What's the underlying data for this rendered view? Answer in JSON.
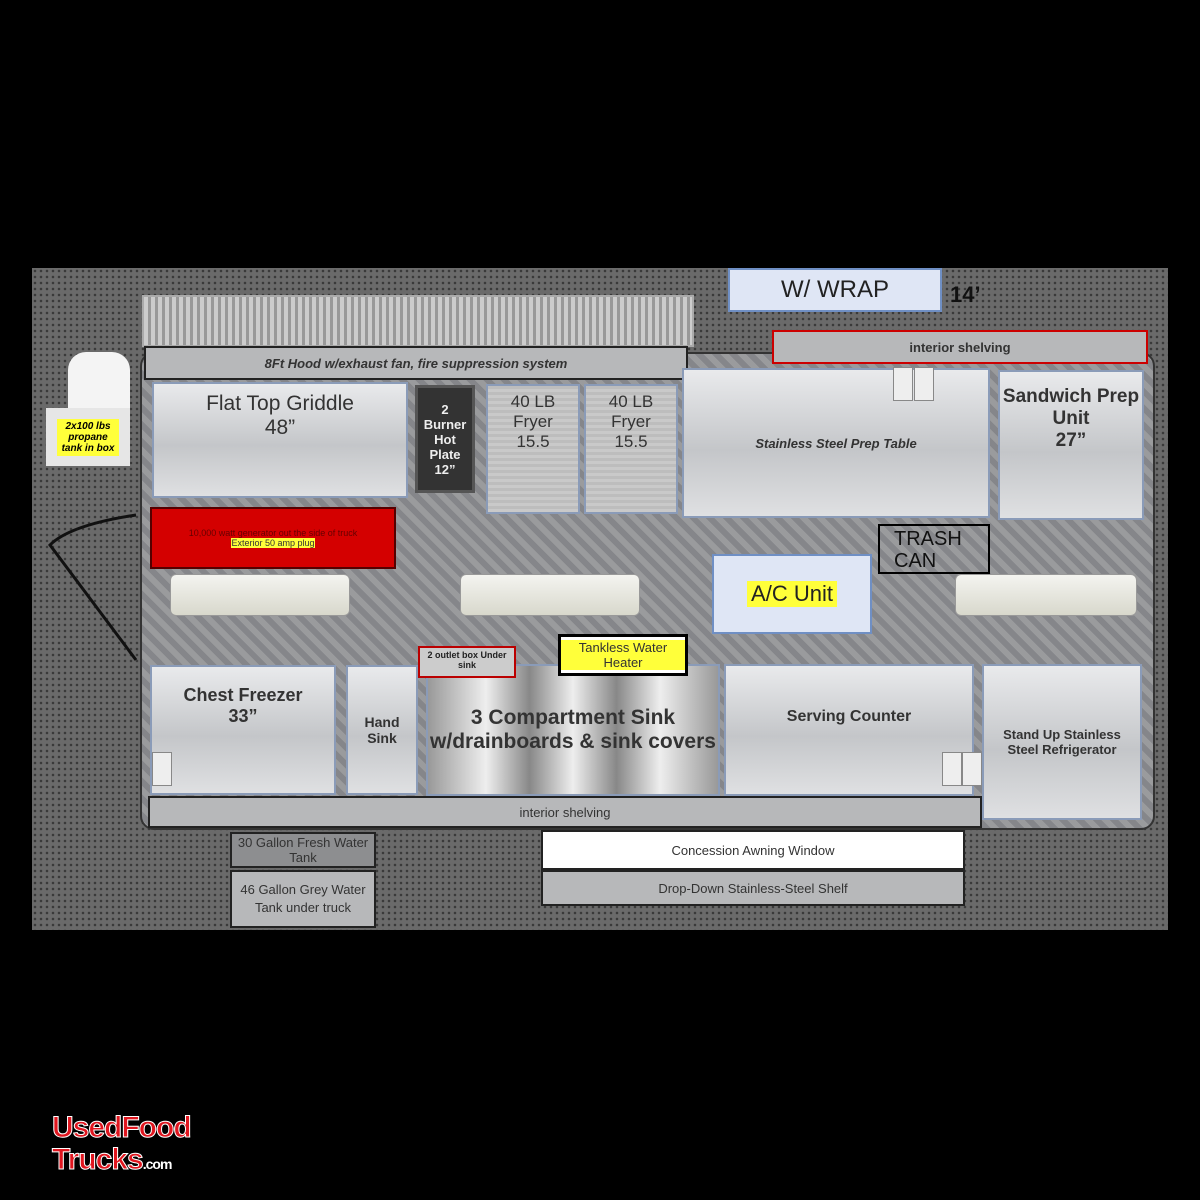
{
  "header": {
    "wrap_label": "W/ WRAP",
    "length_label": "14’"
  },
  "hood": "8Ft Hood w/exhaust fan, fire suppression system",
  "interior_shelving_top": "interior shelving",
  "interior_shelving_bottom": "interior shelving",
  "propane": "2x100 lbs propane tank in box",
  "griddle": {
    "name": "Flat Top Griddle",
    "size": "48”"
  },
  "hot_plate": "2 Burner Hot Plate 12”",
  "fryers": [
    {
      "l1": "40 LB",
      "l2": "Fryer",
      "l3": "15.5"
    },
    {
      "l1": "40 LB",
      "l2": "Fryer",
      "l3": "15.5"
    }
  ],
  "prep_table": "Stainless Steel Prep Table",
  "sandwich": {
    "name": "Sandwich Prep Unit",
    "size": "27”"
  },
  "generator": {
    "text": "10,000 watt generator out the side of truck",
    "plug": "Exterior 50 amp plug"
  },
  "trash": "TRASH CAN",
  "ac": "A/C Unit",
  "outlet_box": "2 outlet box Under sink",
  "water_heater": "Tankless Water Heater",
  "freezer": {
    "name": "Chest Freezer",
    "size": "33”"
  },
  "hand_sink": "Hand Sink",
  "comp_sink": "3 Compartment Sink w/drainboards & sink covers",
  "serving": "Serving Counter",
  "fridge": "Stand Up Stainless Steel Refrigerator",
  "fresh_tank": "30 Gallon Fresh Water Tank",
  "grey_tank": "46 Gallon Grey Water Tank under truck",
  "awning": "Concession Awning Window",
  "shelf": "Drop-Down Stainless-Steel Shelf",
  "logo": {
    "line1": "UsedFood",
    "line2": "Trucks",
    ".com": ".com"
  },
  "colors": {
    "logo": "#e0161f",
    "red_box": "#d40000",
    "highlight": "#ffff3a"
  }
}
